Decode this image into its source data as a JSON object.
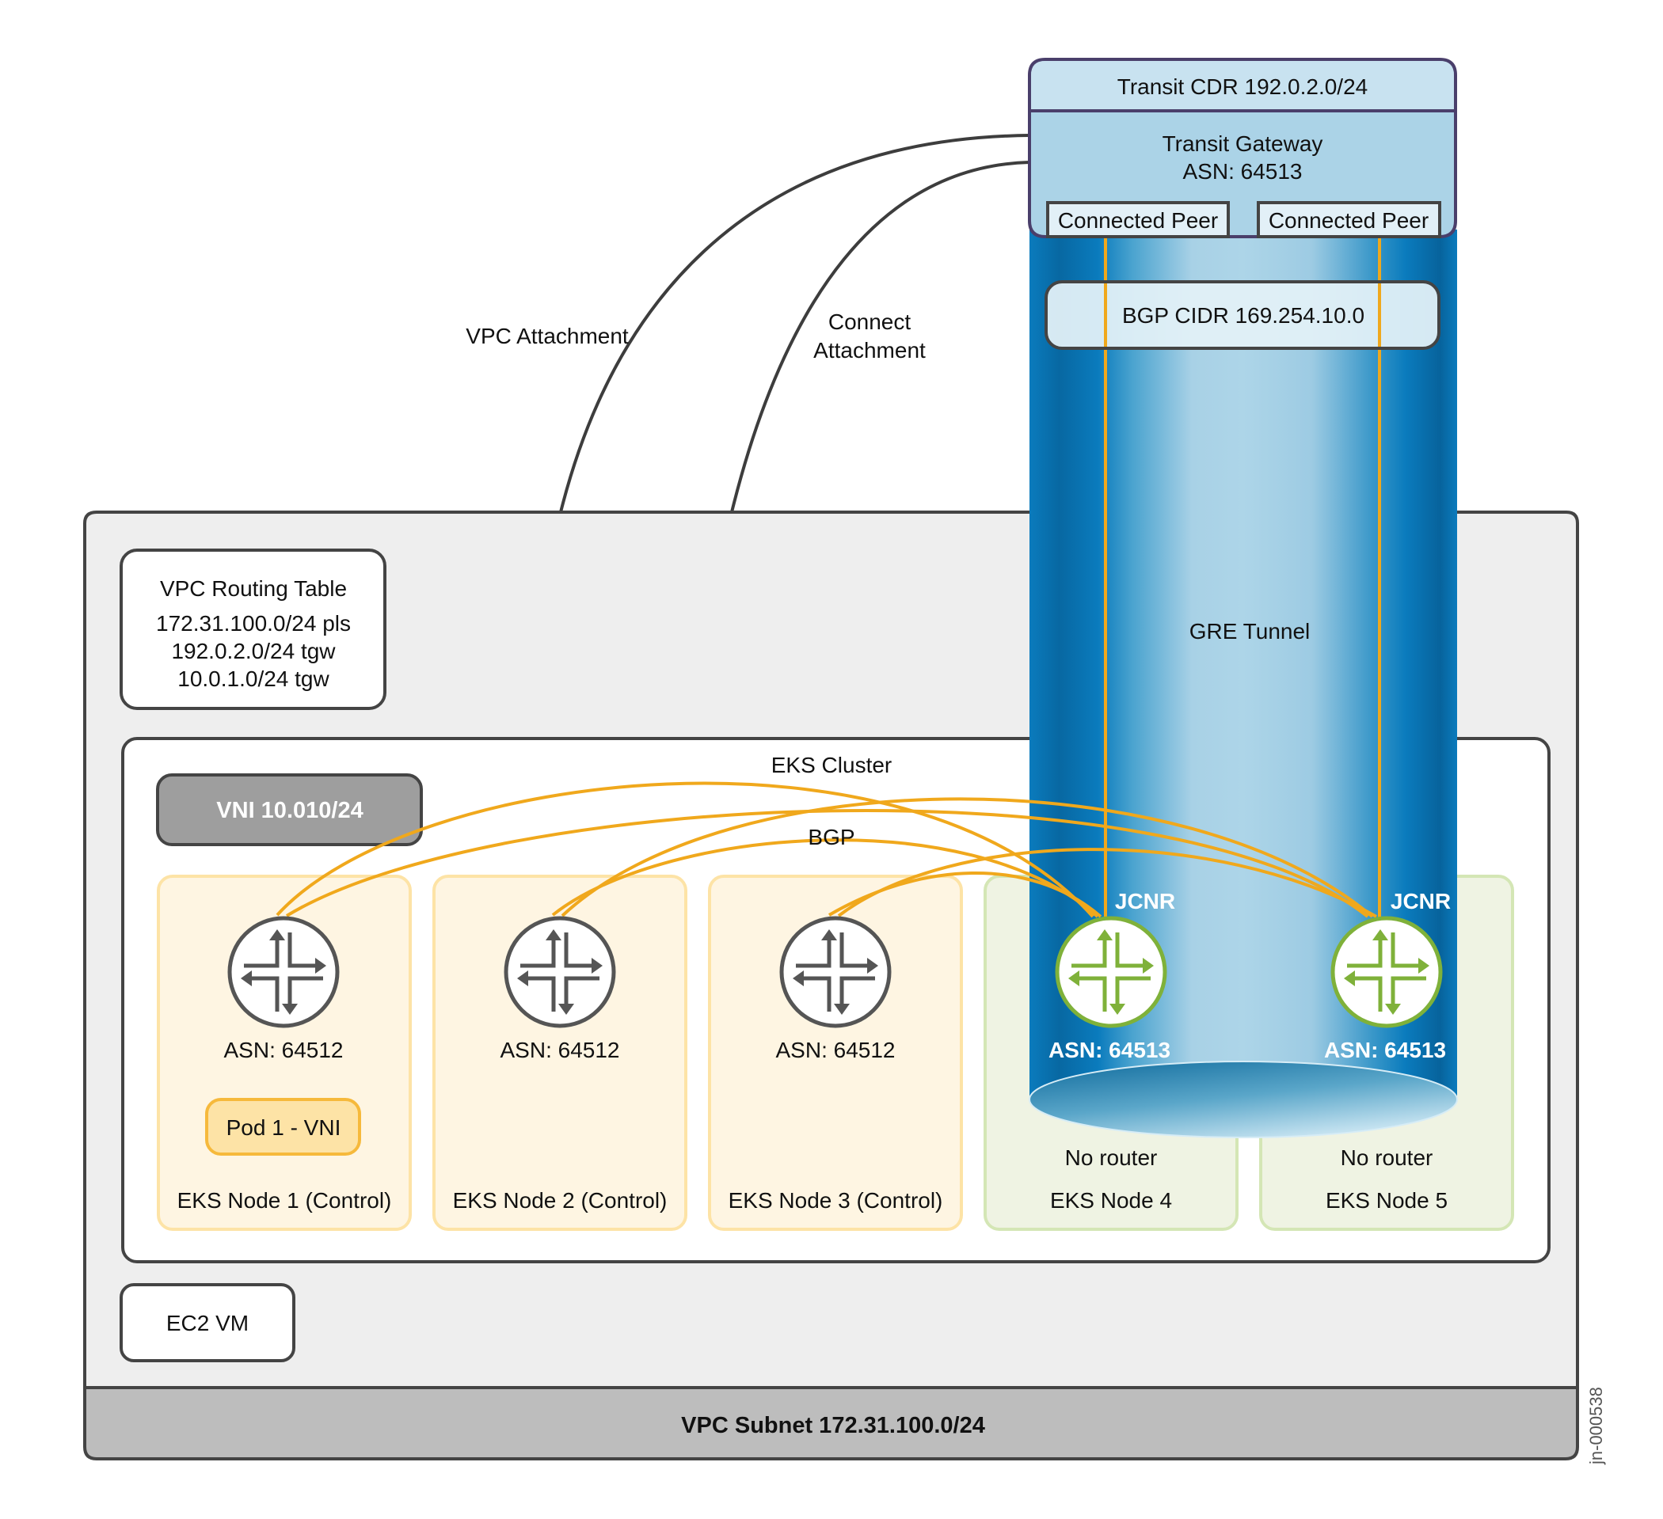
{
  "diagram": {
    "watermark": "jn-000538",
    "colors": {
      "bgp_line": "#f0a81c",
      "tunnel_dark": "#0a6aa4",
      "tunnel_light": "#acd4e8",
      "control_node_fill": "#fef5e2",
      "worker_node_fill": "#eff3e3",
      "transit_gateway_fill": "#abd3e7",
      "vpc_fill": "#eeeeee",
      "subnet_fill": "#bdbdbd"
    },
    "attachments": {
      "vpc": "VPC Attachment",
      "connect_line1": "Connect",
      "connect_line2": "Attachment"
    },
    "transit": {
      "cidr": "Transit CDR 192.0.2.0/24",
      "gateway_title": "Transit Gateway",
      "gateway_asn": "ASN: 64513",
      "peers": [
        "Connected Peer",
        "Connected Peer"
      ],
      "bgp_cidr": "BGP CIDR 169.254.10.0",
      "tunnel_label": "GRE Tunnel"
    },
    "vpc": {
      "routing_table": {
        "title": "VPC Routing Table",
        "routes": [
          "172.31.100.0/24 pls",
          "192.0.2.0/24 tgw",
          "10.0.1.0/24 tgw"
        ]
      },
      "ec2": "EC2 VM",
      "subnet": "VPC Subnet 172.31.100.0/24"
    },
    "cluster": {
      "title": "EKS Cluster",
      "vni": "VNI 10.010/24",
      "bgp_label": "BGP",
      "nodes": [
        {
          "name": "EKS Node 1 (Control)",
          "asn": "ASN: 64512",
          "router": "router",
          "pod": "Pod 1 - VNI"
        },
        {
          "name": "EKS Node 2 (Control)",
          "asn": "ASN: 64512",
          "router": "router"
        },
        {
          "name": "EKS Node 3 (Control)",
          "asn": "ASN: 64512",
          "router": "router"
        },
        {
          "name": "EKS Node 4",
          "asn": "ASN: 64513",
          "router": "JCNR",
          "note": "No router"
        },
        {
          "name": "EKS Node 5",
          "asn": "ASN: 64513",
          "router": "JCNR",
          "note": "No router"
        }
      ]
    },
    "bgp_sessions": [
      {
        "from": "EKS Node 1 (Control)",
        "to": "EKS Node 4"
      },
      {
        "from": "EKS Node 1 (Control)",
        "to": "EKS Node 5"
      },
      {
        "from": "EKS Node 2 (Control)",
        "to": "EKS Node 4"
      },
      {
        "from": "EKS Node 2 (Control)",
        "to": "EKS Node 5"
      },
      {
        "from": "EKS Node 3 (Control)",
        "to": "EKS Node 4"
      },
      {
        "from": "EKS Node 3 (Control)",
        "to": "EKS Node 5"
      },
      {
        "from": "EKS Node 4",
        "to": "Connected Peer 1"
      },
      {
        "from": "EKS Node 5",
        "to": "Connected Peer 2"
      }
    ]
  }
}
